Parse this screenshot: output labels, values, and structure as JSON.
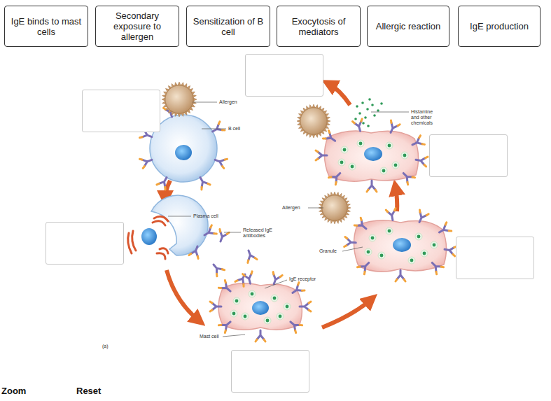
{
  "diagram": {
    "nodes": [
      {
        "text": [
          "IgE binds to mast cells"
        ]
      },
      {
        "text": [
          "Secondary exposure to allergen"
        ]
      },
      {
        "text": [
          "Sensitization of B cell"
        ]
      },
      {
        "text": [
          "Exocytosis of mediators"
        ]
      },
      {
        "text": [
          "Allergic reaction"
        ]
      },
      {
        "text": [
          "IgE production"
        ]
      }
    ],
    "labels": [
      "Allergen",
      "B cell",
      "Plasma cell",
      "Released IgE antibodies",
      "IgE receptor",
      "Mast cell",
      "Granule",
      "Allergen",
      "Histamine and other chemicals",
      "(a)",
      "Zoom",
      "Reset"
    ]
  }
}
